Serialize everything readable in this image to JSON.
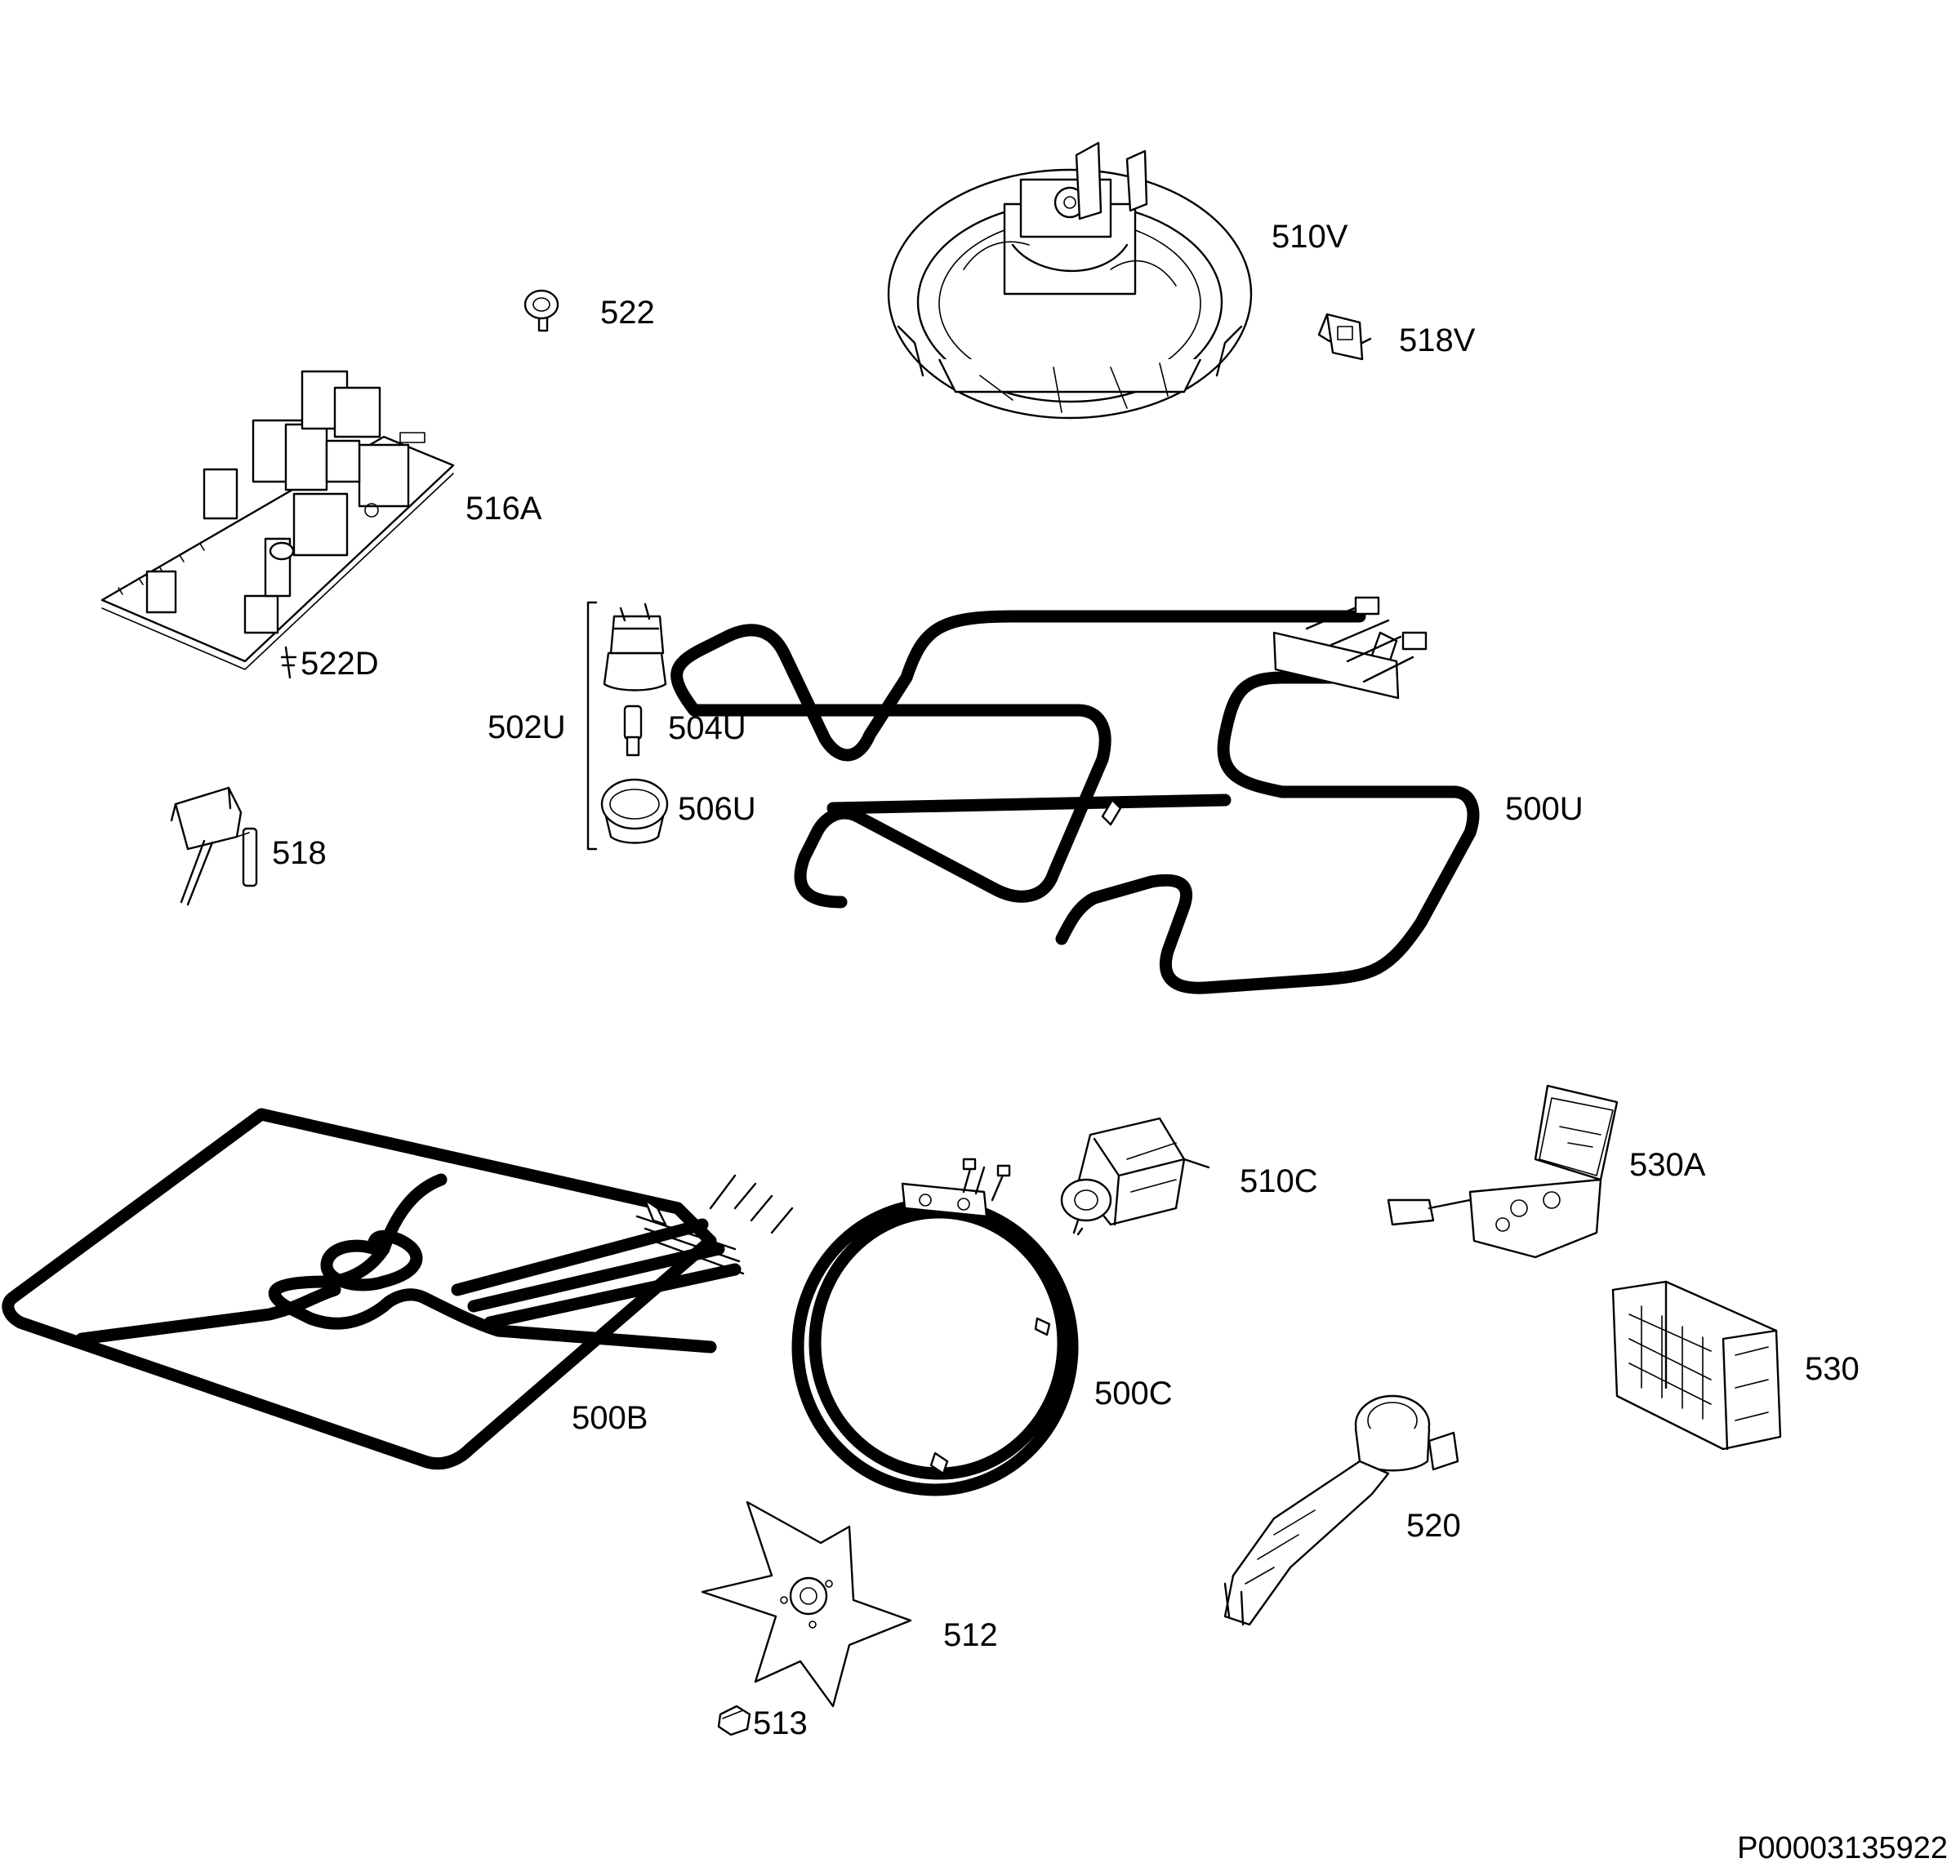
{
  "parts": [
    {
      "id": "510V",
      "label": "510V",
      "name": "fan-motor-assembly"
    },
    {
      "id": "522",
      "label": "522",
      "name": "clip"
    },
    {
      "id": "518V",
      "label": "518V",
      "name": "thermostat-bracket"
    },
    {
      "id": "516A",
      "label": "516A",
      "name": "control-board"
    },
    {
      "id": "522D",
      "label": "522D",
      "name": "small-clip"
    },
    {
      "id": "502U",
      "label": "502U",
      "name": "lamp-assembly-group"
    },
    {
      "id": "504U",
      "label": "504U",
      "name": "lamp-bulb"
    },
    {
      "id": "506U",
      "label": "506U",
      "name": "lamp-cover"
    },
    {
      "id": "518",
      "label": "518",
      "name": "temperature-sensor"
    },
    {
      "id": "500U",
      "label": "500U",
      "name": "top-heating-element"
    },
    {
      "id": "500B",
      "label": "500B",
      "name": "bottom-heating-element"
    },
    {
      "id": "510C",
      "label": "510C",
      "name": "cooling-fan-motor"
    },
    {
      "id": "530A",
      "label": "530A",
      "name": "terminal-block-box"
    },
    {
      "id": "530",
      "label": "530",
      "name": "selector-switch"
    },
    {
      "id": "500C",
      "label": "500C",
      "name": "circular-heating-element"
    },
    {
      "id": "520",
      "label": "520",
      "name": "timer"
    },
    {
      "id": "512",
      "label": "512",
      "name": "fan-blade"
    },
    {
      "id": "513",
      "label": "513",
      "name": "fan-nut"
    }
  ],
  "document_id": "P00003135922",
  "colors": {
    "line": "#000000",
    "background": "#ffffff"
  }
}
